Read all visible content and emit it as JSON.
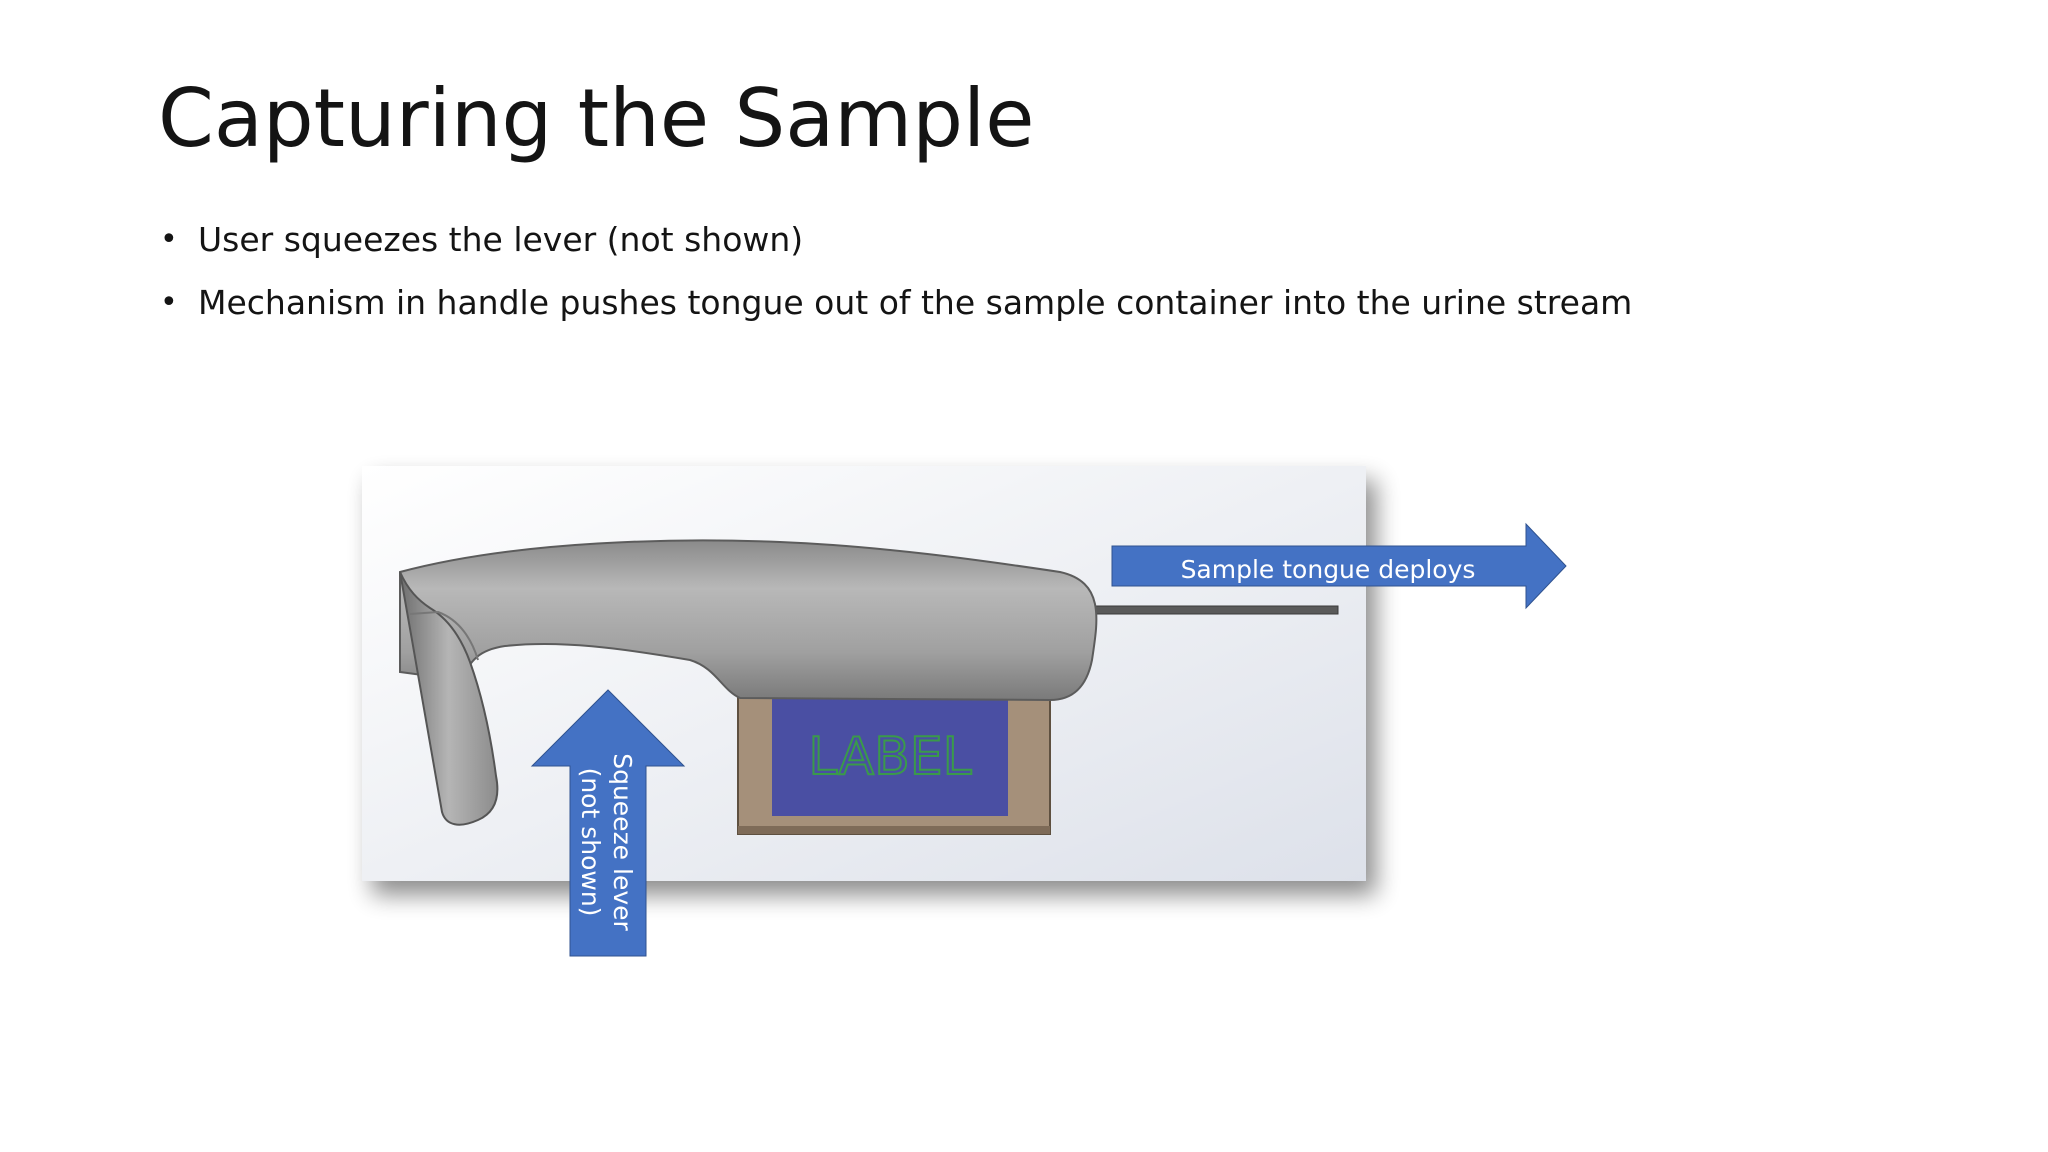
{
  "slide": {
    "title": "Capturing the Sample",
    "bullets": [
      "User squeezes the lever (not shown)",
      "Mechanism in handle pushes tongue out of the sample container into the urine stream"
    ]
  },
  "figure": {
    "label_text": "LABEL",
    "callout_tongue": "Sample tongue deploys",
    "callout_lever_line1": "Squeeze lever",
    "callout_lever_line2": "(not shown)"
  },
  "colors": {
    "arrow_fill": "#4472C4",
    "label_panel": "#4A4FA3",
    "label_text": "#3A9A4A",
    "container": "#A5907A",
    "handle": "#A8A8A8"
  }
}
